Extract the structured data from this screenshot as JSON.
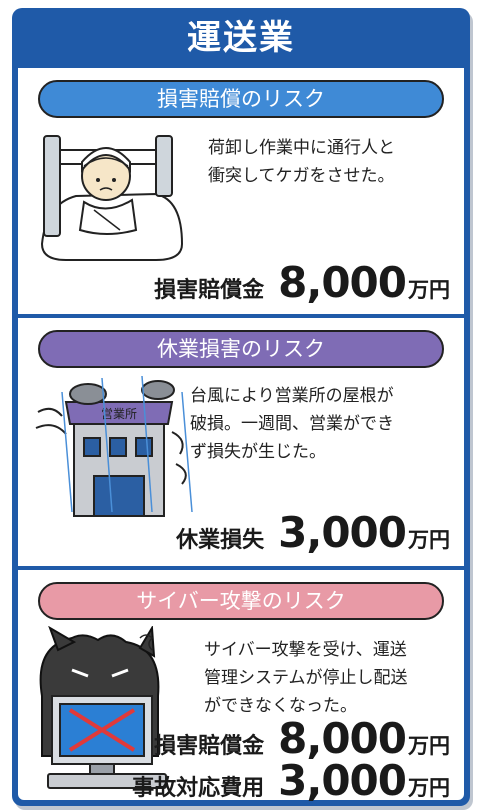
{
  "title": "運送業",
  "sections": [
    {
      "heading": "損害賠償のリスク",
      "description_lines": [
        "荷卸し作業中に通行人と",
        "衝突してケガをさせた。"
      ],
      "amounts": [
        {
          "label": "損害賠償金",
          "value": "8,000",
          "unit": "万円"
        }
      ],
      "illustration": "injured-person-in-bed-icon"
    },
    {
      "heading": "休業損害のリスク",
      "description_lines": [
        "台風により営業所の屋根が",
        "破損。一週間、営業ができ",
        "ず損失が生じた。"
      ],
      "sign_text": "営業所",
      "amounts": [
        {
          "label": "休業損失",
          "value": "3,000",
          "unit": "万円"
        }
      ],
      "illustration": "storm-damaged-office-icon"
    },
    {
      "heading": "サイバー攻撃のリスク",
      "description_lines": [
        "サイバー攻撃を受け、運送",
        "管理システムが停止し配送",
        "ができなくなった。"
      ],
      "amounts": [
        {
          "label": "損害賠償金",
          "value": "8,000",
          "unit": "万円"
        },
        {
          "label": "事故対応費用",
          "value": "3,000",
          "unit": "万円"
        }
      ],
      "illustration": "hacker-computer-icon"
    }
  ],
  "colors": {
    "frame": "#1f5aa8",
    "pill_1": "#3f8ad6",
    "pill_2": "#7f6cb5",
    "pill_3": "#e89aa6"
  }
}
